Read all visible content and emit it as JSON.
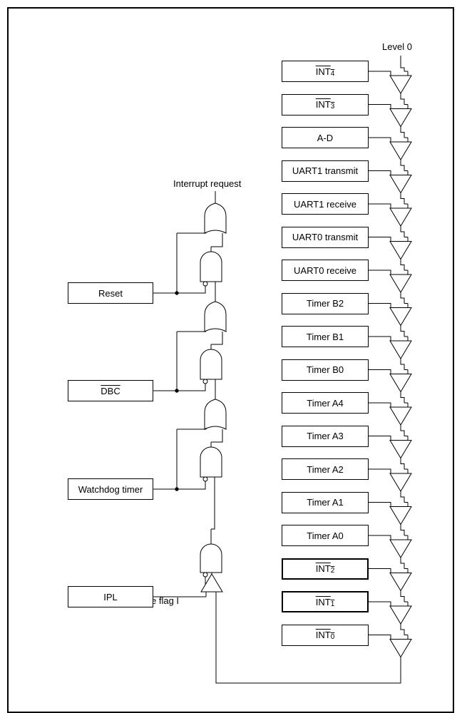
{
  "labels": {
    "level0": "Level 0",
    "interrupt_request": "Interrupt request",
    "interrupt_disable_flag": "Interrupt disable flag I"
  },
  "left_boxes": {
    "reset": "Reset",
    "dbc": "DBC",
    "watchdog": "Watchdog timer",
    "ipl": "IPL"
  },
  "sources": [
    {
      "text": "INT",
      "sub": "4",
      "overline": true
    },
    {
      "text": "INT",
      "sub": "3",
      "overline": true
    },
    {
      "text": "A-D",
      "sub": "",
      "overline": false
    },
    {
      "text": "UART1 transmit",
      "sub": "",
      "overline": false
    },
    {
      "text": "UART1 receive",
      "sub": "",
      "overline": false
    },
    {
      "text": "UART0 transmit",
      "sub": "",
      "overline": false
    },
    {
      "text": "UART0 receive",
      "sub": "",
      "overline": false
    },
    {
      "text": "Timer B2",
      "sub": "",
      "overline": false
    },
    {
      "text": "Timer B1",
      "sub": "",
      "overline": false
    },
    {
      "text": "Timer B0",
      "sub": "",
      "overline": false
    },
    {
      "text": "Timer A4",
      "sub": "",
      "overline": false
    },
    {
      "text": "Timer A3",
      "sub": "",
      "overline": false
    },
    {
      "text": "Timer A2",
      "sub": "",
      "overline": false
    },
    {
      "text": "Timer A1",
      "sub": "",
      "overline": false
    },
    {
      "text": "Timer A0",
      "sub": "",
      "overline": false
    },
    {
      "text": "INT",
      "sub": "2",
      "overline": true
    },
    {
      "text": "INT",
      "sub": "1",
      "overline": true
    },
    {
      "text": "INT",
      "sub": "0",
      "overline": true
    }
  ]
}
